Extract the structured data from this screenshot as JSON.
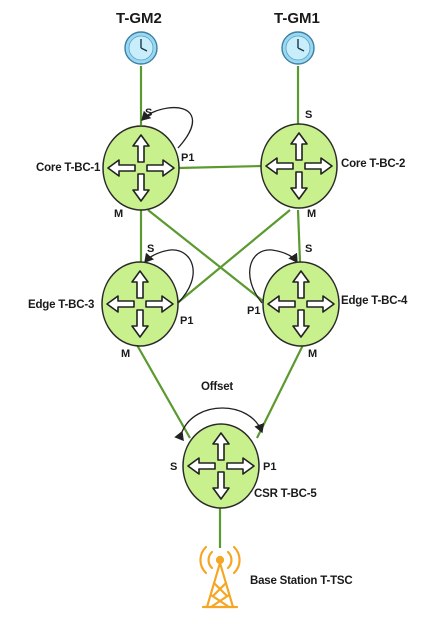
{
  "clocks": {
    "gm2": "T-GM2",
    "gm1": "T-GM1"
  },
  "nodes": {
    "core1": "Core T-BC-1",
    "core2": "Core T-BC-2",
    "edge3": "Edge T-BC-3",
    "edge4": "Edge T-BC-4",
    "csr5": "CSR T-BC-5",
    "base": "Base Station T-TSC"
  },
  "ports": {
    "core1_s": "S",
    "core1_p1": "P1",
    "core1_m": "M",
    "core2_s": "S",
    "core2_m": "M",
    "edge3_s": "S",
    "edge3_p1": "P1",
    "edge3_m": "M",
    "edge4_s": "S",
    "edge4_p1": "P1",
    "edge4_m": "M",
    "csr5_s": "S",
    "csr5_p1": "P1"
  },
  "offset_label": "Offset",
  "colors": {
    "link": "#5a9a2e",
    "router_fill": "#c8f08c",
    "router_stroke": "#2a2a2a",
    "clock_fill": "#9ad8ef",
    "tower": "#f5a623"
  }
}
